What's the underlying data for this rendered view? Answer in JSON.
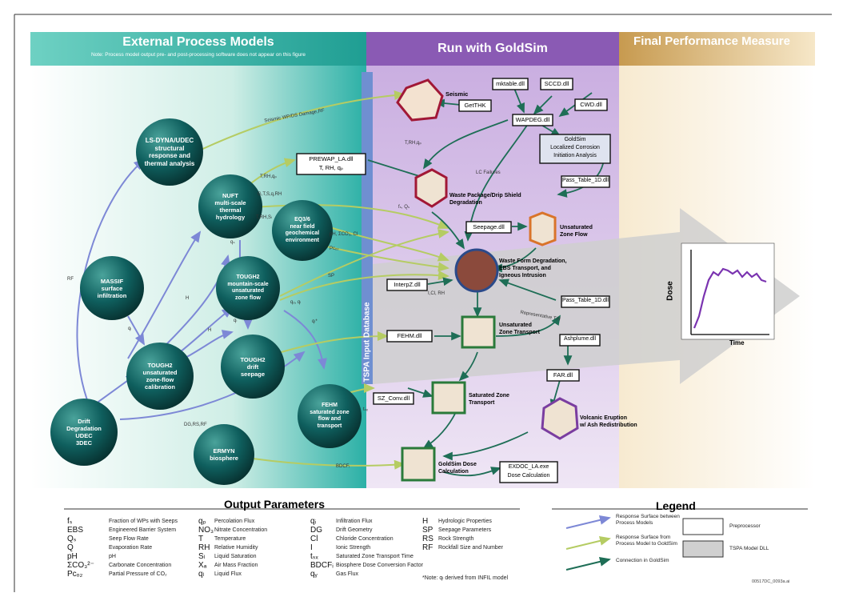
{
  "headers": {
    "external": "External Process Models",
    "external_note": "Note: Process model output pre- and post-processing software does not appear on this figure",
    "run": "Run with GoldSim",
    "final": "Final Performance Measure"
  },
  "database_label": "TSPA Input Database",
  "models": [
    {
      "id": "lsdyna",
      "lines": [
        "LS-DYNA/UDEC",
        "structural",
        "response and",
        "thermal analysis"
      ]
    },
    {
      "id": "nuft",
      "lines": [
        "NUFT",
        "multi-scale",
        "thermal",
        "hydrology"
      ]
    },
    {
      "id": "eq36",
      "lines": [
        "EQ3/6",
        "near field",
        "geochemical",
        "environment"
      ]
    },
    {
      "id": "massif",
      "lines": [
        "MASSIF",
        "surface",
        "infiltration"
      ]
    },
    {
      "id": "tough2mt",
      "lines": [
        "TOUGH2",
        "mountain-scale",
        "unsaturated",
        "zone flow"
      ]
    },
    {
      "id": "tough2cal",
      "lines": [
        "TOUGH2",
        "unsaturated",
        "zone-flow",
        "calibration"
      ]
    },
    {
      "id": "tough2seep",
      "lines": [
        "TOUGH2",
        "drift",
        "seepage"
      ]
    },
    {
      "id": "fehm",
      "lines": [
        "FEHM",
        "saturated zone",
        "flow and",
        "transport"
      ]
    },
    {
      "id": "drift",
      "lines": [
        "Drift",
        "Degradation",
        "UDEC",
        "3DEC"
      ]
    },
    {
      "id": "ermyn",
      "lines": [
        "ERMYN",
        "biosphere"
      ]
    }
  ],
  "dll_boxes": {
    "mktable": "mktable.dll",
    "sccd": "SCCD.dll",
    "getthk": "GetTHK",
    "cwd": "CWD.dll",
    "wapdeg": "WAPDEG.dll",
    "prewap": [
      "PREWAP_LA.dll",
      "T, RH, qₚ"
    ],
    "goldsim_lc": [
      "GoldSim",
      "Localized Corrosion",
      "Initiation Analysis"
    ],
    "pass1": "Pass_Table_1D.dll",
    "seepage": "Seepage.dll",
    "interpz": "InterpZ.dll",
    "pass2": "Pass_Table_1D.dll",
    "fehmdll": "FEHM.dll",
    "ashplume": "Ashplume.dll",
    "fardll": "FAR.dll",
    "szconv": "SZ_Conv.dll",
    "exdoc": [
      "EXDOC_LA.exe",
      "Dose Calculation"
    ]
  },
  "processes": {
    "seismic": "Seismic",
    "wp": [
      "Waste Package/Drip Shield",
      "Degradation"
    ],
    "uzflow": [
      "Unsaturated",
      "Zone Flow"
    ],
    "wf": [
      "Waste Form Degradation,",
      "EBS Transport, and",
      "Igneous Intrusion"
    ],
    "uzt": [
      "Unsaturated",
      "Zone Transport"
    ],
    "szt": [
      "Saturated Zone",
      "Transport"
    ],
    "volcanic": [
      "Volcanic Eruption",
      "w/ Ash Redistribution"
    ],
    "dose": [
      "GoldSim Dose",
      "Calculation"
    ]
  },
  "arrow_labels": {
    "seismic_wp": "Seismic WP/DS Damage,RF",
    "trh1": "T,RH,qₚ",
    "trh2": "T,RH,qₚ",
    "lc": "LC Failures",
    "gts": "G,T,S,q,RH",
    "trh3": "T,RH,Sₗ",
    "eq36out": "pH, ΣCO₃, Cl",
    "pco2": "Pᴄₒ₂",
    "rf": "RF",
    "h1": "H",
    "h2": "H",
    "qi": "qᵢ",
    "sp": "SP",
    "qf": "qₒ, qₗ",
    "ql": "qₗ",
    "qfstar": "qₗ*",
    "qs": "qₛ",
    "dgrs": "DG,RS,RF",
    "tsz": "tₛₓ",
    "bdcf": "BDCFᵢ",
    "fracs": "fₛ, Qₛ",
    "rep": "Representative T,H",
    "ion": "I,Cl, RH"
  },
  "inset": {
    "ylabel": "Dose",
    "xlabel": "Time"
  },
  "output_parameters": {
    "title": "Output Parameters",
    "columns": [
      [
        [
          "fₛ",
          "Fraction of WPs with Seeps"
        ],
        [
          "EBS",
          "Engineered Barrier System"
        ],
        [
          "Qₛ",
          "Seep Flow Rate"
        ],
        [
          "Q",
          "Evaporation Rate"
        ],
        [
          "pH",
          "pH"
        ],
        [
          "ΣCO₃²⁻",
          "Carbonate Concentration"
        ],
        [
          "Pᴄₒ₂",
          "Partial Pressure of CO₂"
        ]
      ],
      [
        [
          "qₚ",
          "Percolation Flux"
        ],
        [
          "NO₃",
          "Nitrate Concentration"
        ],
        [
          "T",
          "Temperature"
        ],
        [
          "RH",
          "Relative Humidity"
        ],
        [
          "Sₗ",
          "Liquid Saturation"
        ],
        [
          "Xₐ",
          "Air Mass Fraction"
        ],
        [
          "qₗ",
          "Liquid Flux"
        ]
      ],
      [
        [
          "qᵢ",
          "Infiltration Flux"
        ],
        [
          "DG",
          "Drift Geometry"
        ],
        [
          "Cl",
          "Chloride Concentration"
        ],
        [
          "I",
          "Ionic Strength"
        ],
        [
          "tₛₓ",
          "Saturated Zone Transport Time"
        ],
        [
          "BDCFᵢ",
          "Biosphere Dose Conversion Factor"
        ],
        [
          "qᵧ",
          "Gas Flux"
        ]
      ],
      [
        [
          "H",
          "Hydrologic Properties"
        ],
        [
          "SP",
          "Seepage Parameters"
        ],
        [
          "RS",
          "Rock Strength"
        ],
        [
          "RF",
          "Rockfall Size and Number"
        ]
      ]
    ],
    "note": "*Note: qₗ derived from INFIL model"
  },
  "legend": {
    "title": "Legend",
    "items": [
      "Response Surface between Process Models",
      "Response Surface from Process Model to GoldSim",
      "Connection in GoldSim"
    ],
    "pre": "Preprocessor",
    "tspa": "TSPA Model DLL",
    "figid": "00517DC_0093a.ai"
  },
  "colors": {
    "teal": "#2fa6a0",
    "purple": "#8a5ab4",
    "gold": "#c9a25a",
    "node": "#0f5f5e",
    "blue_arrow": "#7d88d6",
    "green_arrow": "#b5cc63",
    "dark_arrow": "#1e6e56"
  }
}
